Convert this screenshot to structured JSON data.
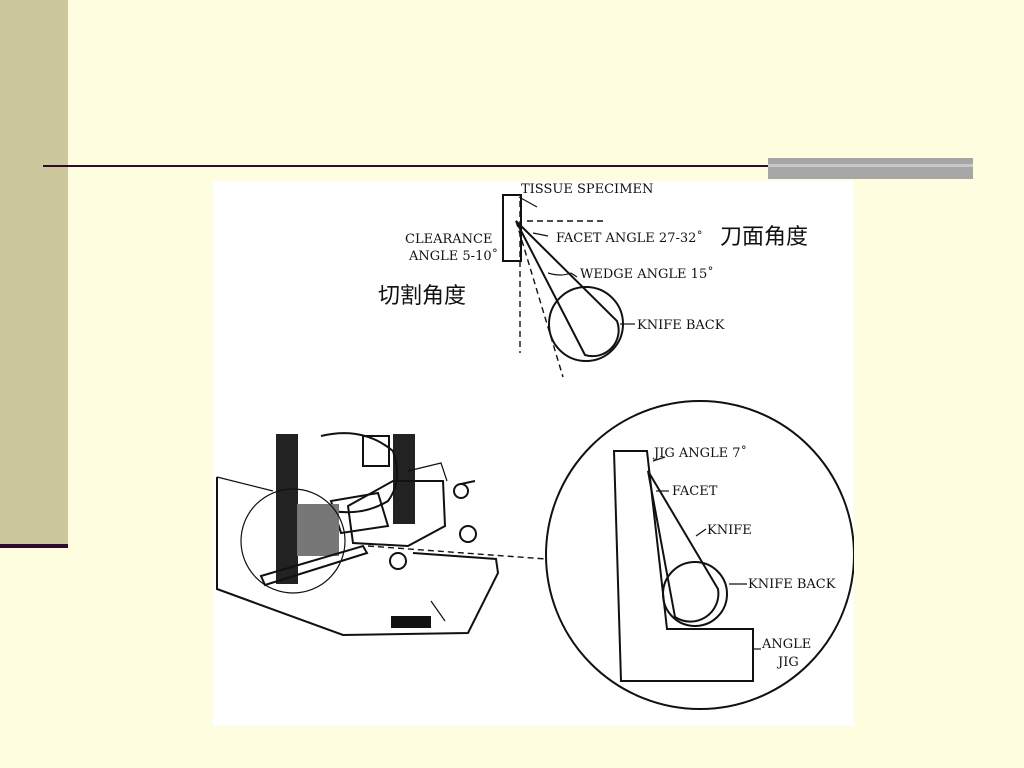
{
  "slide": {
    "colors": {
      "background": "#FFFDE0",
      "sidebar": "#CCC89C",
      "rule": "#2E0B2C",
      "accent": "#A6A6A6"
    }
  },
  "diagram": {
    "top": {
      "tissue_specimen": "TISSUE SPECIMEN",
      "clearance_angle_line1": "CLEARANCE",
      "clearance_angle_line2": "ANGLE 5-10˚",
      "facet_angle": "FACET ANGLE 27-32˚",
      "wedge_angle": "WEDGE ANGLE 15˚",
      "knife_back": "KNIFE BACK",
      "cjk_knife_face_angle": "刀面角度",
      "cjk_cutting_angle": "切割角度"
    },
    "jig": {
      "jig_angle": "JIG ANGLE 7˚",
      "facet": "FACET",
      "knife": "KNIFE",
      "knife_back": "KNIFE BACK",
      "angle_jig_line1": "ANGLE",
      "angle_jig_line2": "JIG"
    }
  }
}
